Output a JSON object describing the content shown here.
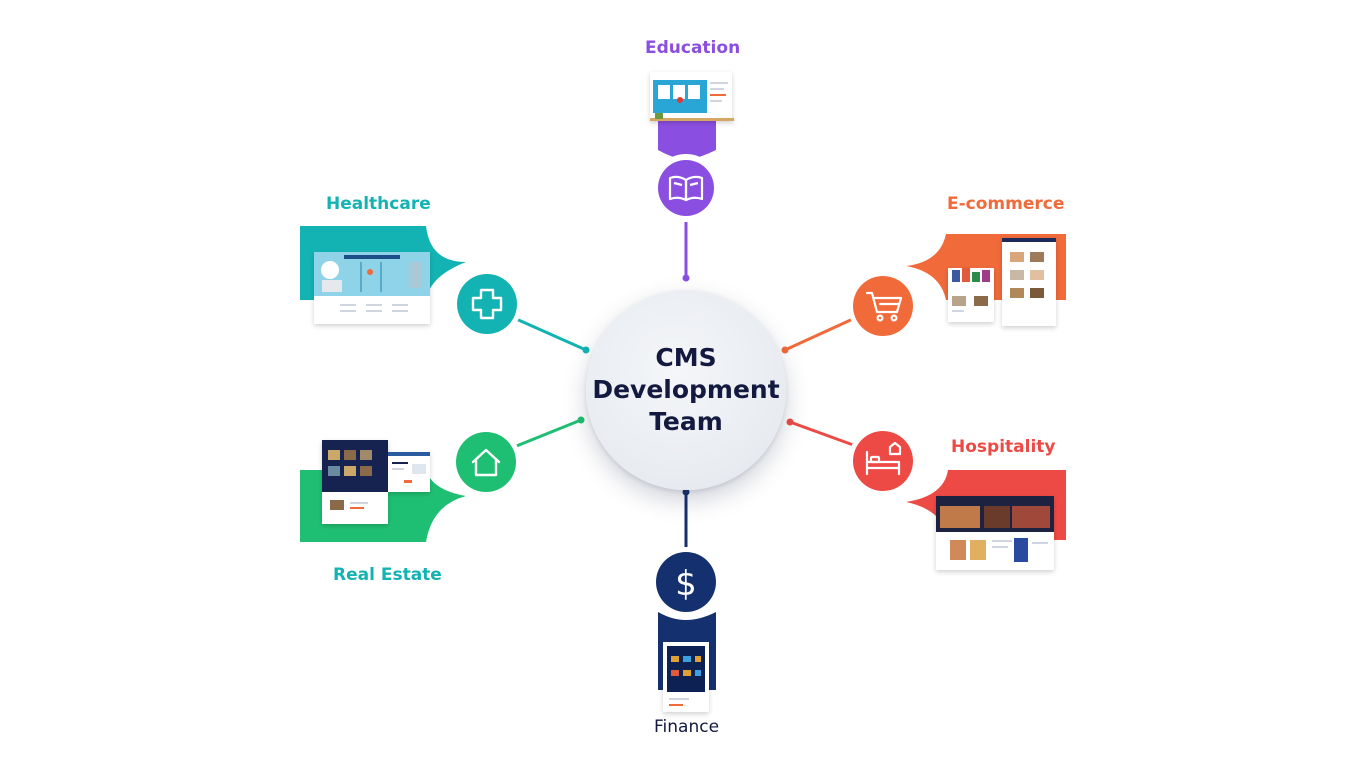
{
  "center": {
    "title": "CMS\nDevelopment\nTeam"
  },
  "sectors": {
    "education": {
      "label": "Education",
      "color": "#8a4fe0",
      "icon": "book-icon"
    },
    "healthcare": {
      "label": "Healthcare",
      "color": "#13b3b3",
      "icon": "medical-cross-icon"
    },
    "ecommerce": {
      "label": "E-commerce",
      "color": "#f06a3a",
      "icon": "shopping-cart-icon"
    },
    "real_estate": {
      "label": "Real Estate",
      "color": "#1fbf73",
      "icon": "house-icon"
    },
    "hospitality": {
      "label": "Hospitality",
      "color": "#ee4a45",
      "icon": "hotel-bed-icon"
    },
    "finance": {
      "label": "Finance",
      "color": "#14306e",
      "icon": "dollar-icon"
    }
  }
}
